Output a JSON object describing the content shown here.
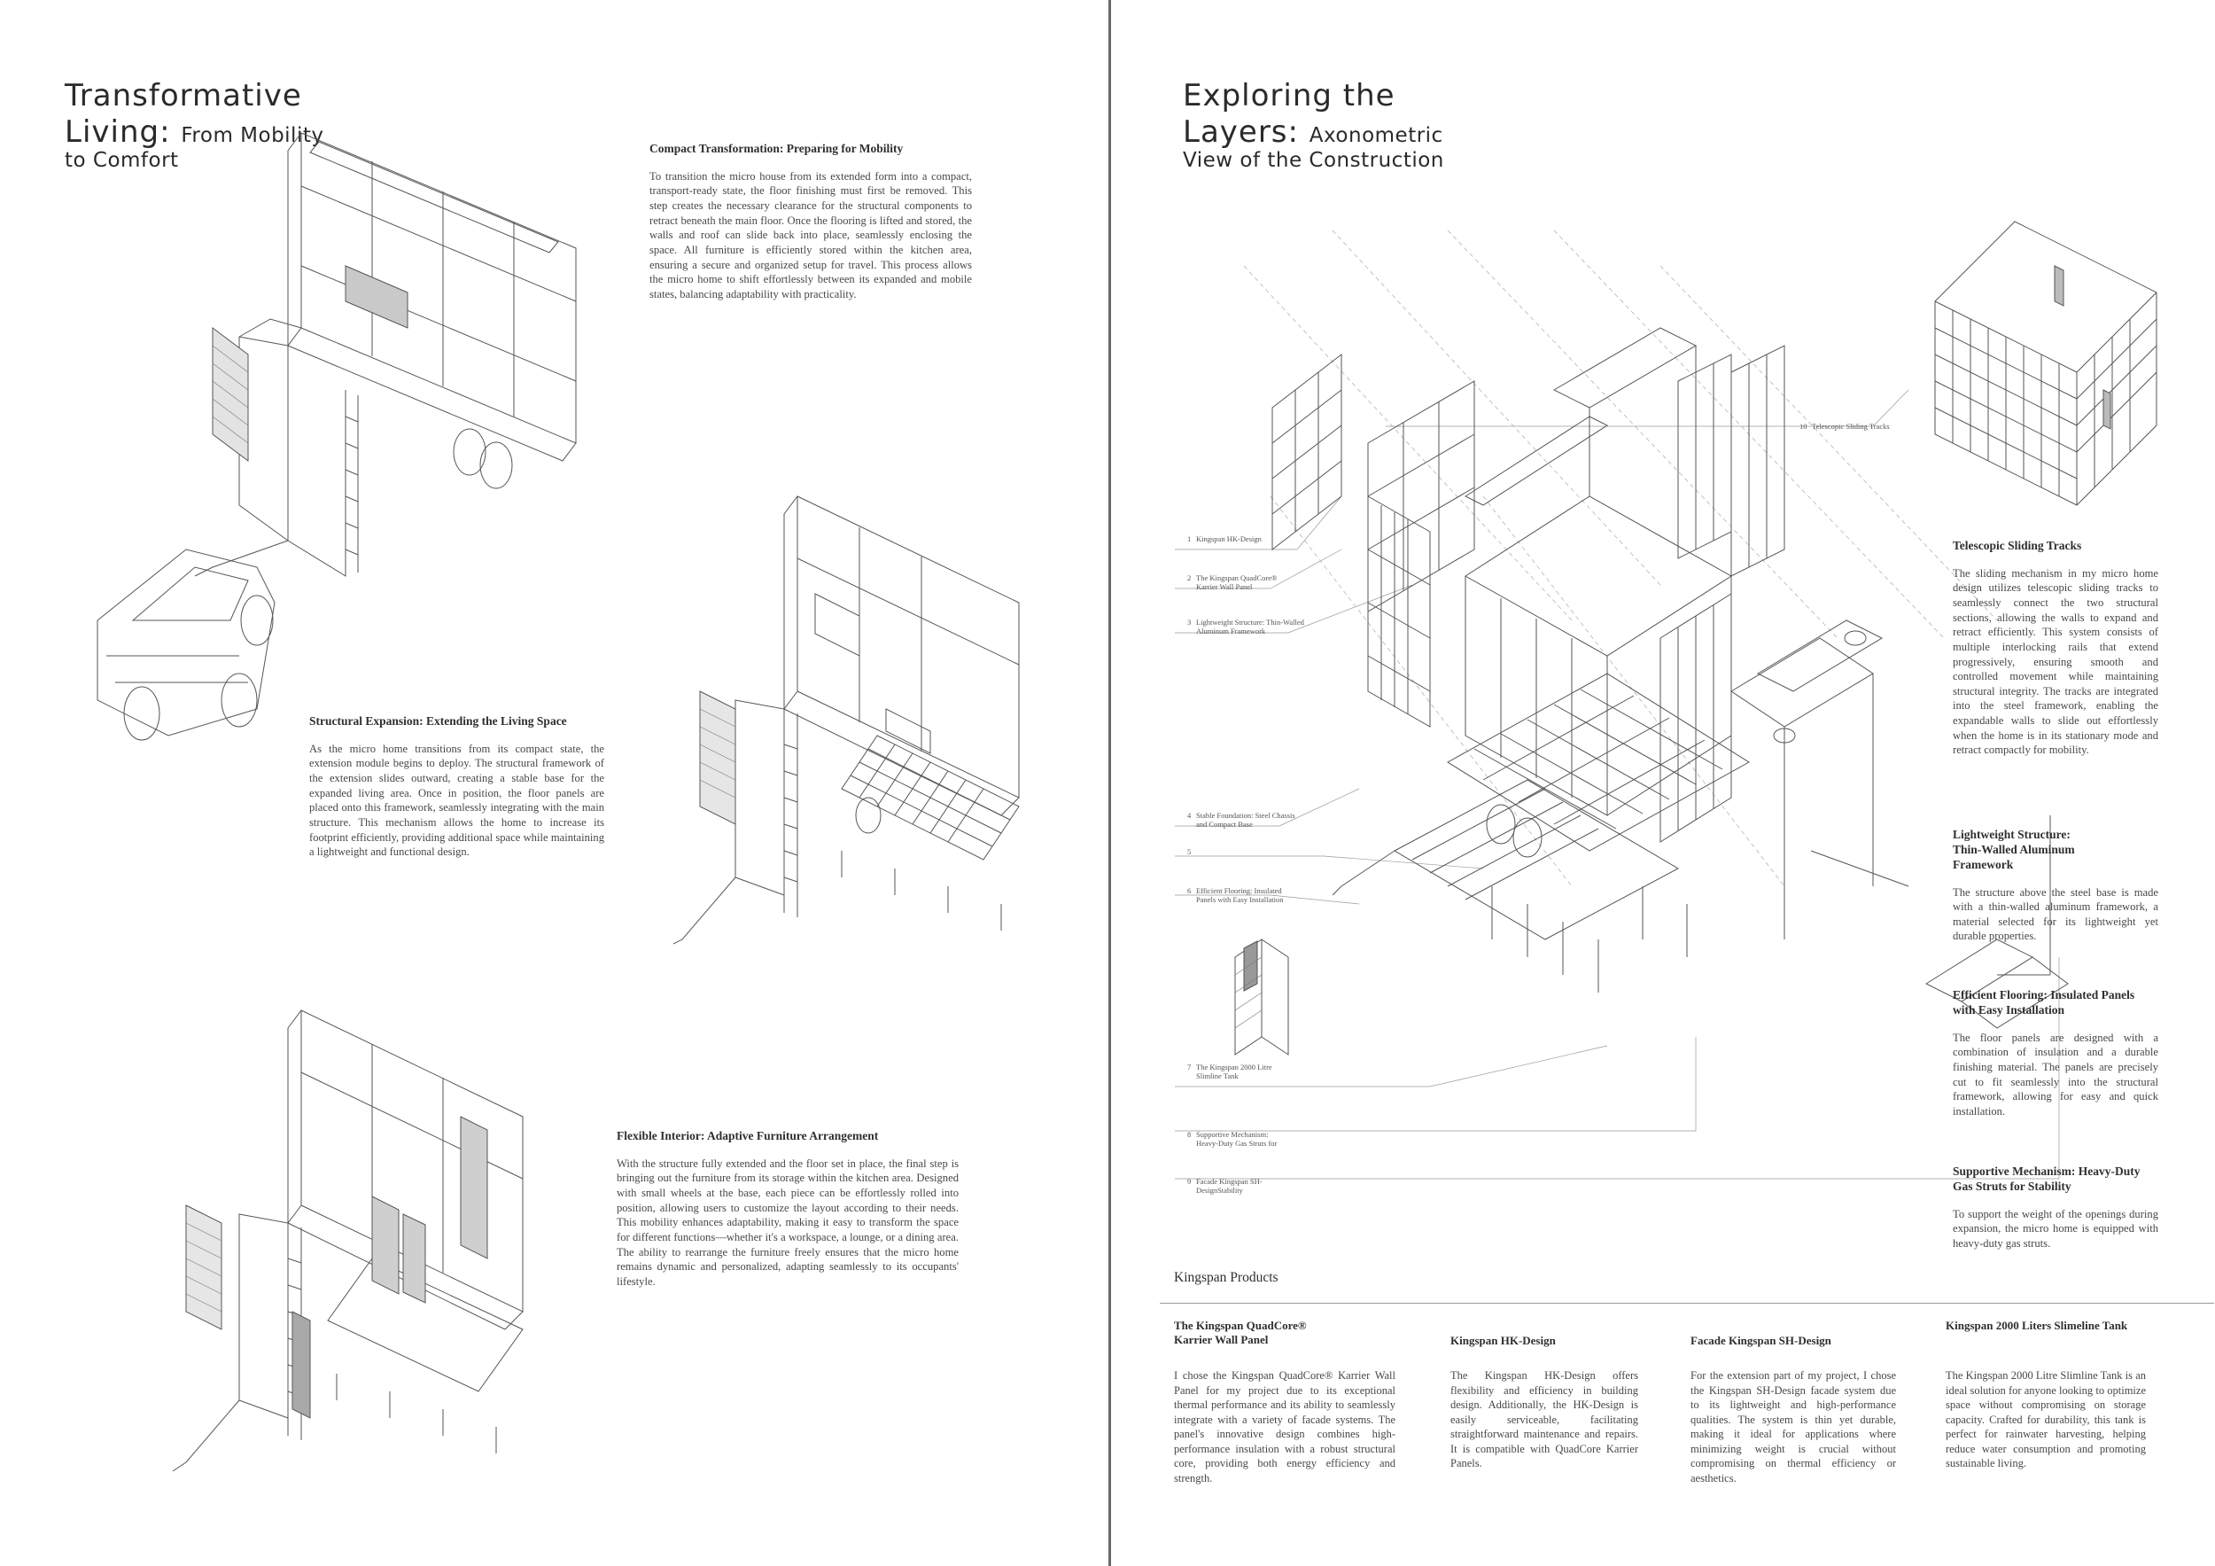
{
  "left_page": {
    "title": {
      "line1": "Transformative",
      "line2_big": "Living:",
      "line2_sub": "From Mobility",
      "line3": "to Comfort"
    },
    "sections": [
      {
        "heading": "Compact Transformation: Preparing for Mobility",
        "body": "To transition the micro house from its extended form into a compact, transport-ready state, the floor finishing must first be removed. This step creates the necessary clearance for the structural components to retract beneath the main floor. Once the flooring is lifted and stored, the walls and roof can slide back into place, seamlessly enclosing the space. All furniture is efficiently stored within the kitchen area, ensuring a secure and organized setup for travel. This process allows the micro home to shift effortlessly between its expanded and mobile states, balancing adaptability with practicality."
      },
      {
        "heading": "Structural Expansion: Extending the Living Space",
        "body": "As the micro home transitions from its compact state, the extension module begins to deploy. The structural framework of the extension slides outward, creating a stable base for the expanded living area. Once in position, the floor panels are placed onto this framework, seamlessly integrating with the main structure. This mechanism allows the home to increase its footprint efficiently, providing additional space while maintaining a lightweight and functional design."
      },
      {
        "heading": "Flexible Interior: Adaptive Furniture Arrangement",
        "body": "With the structure fully extended and the floor set in place, the final step is bringing out the furniture from its storage within the kitchen area. Designed with small wheels at the base, each piece can be effortlessly rolled into position, allowing users to customize the layout according to their needs. This mobility enhances adaptability, making it easy to transform the space for different functions—whether it's a workspace, a lounge, or a dining area. The ability to rearrange the furniture freely ensures that the micro home remains dynamic and personalized, adapting seamlessly to its occupants' lifestyle."
      }
    ]
  },
  "right_page": {
    "title": {
      "line1": "Exploring the",
      "line2_big": "Layers:",
      "line2_sub": "Axonometric",
      "line3": "View of the Construction"
    },
    "legend": [
      {
        "num": "1",
        "text": "Kingspan HK-Design"
      },
      {
        "num": "2",
        "text": "The Kingspan QuadCore® Karrier Wall Panel"
      },
      {
        "num": "3",
        "text": "Lightweight Structure: Thin-Walled Aluminum Framework"
      },
      {
        "num": "4",
        "text": "Stable Foundation: Steel Chassis and Compact Base"
      },
      {
        "num": "5",
        "text": ""
      },
      {
        "num": "6",
        "text": "Efficient Flooring: Insulated Panels with Easy Installation"
      },
      {
        "num": "7",
        "text": "The Kingspan 2000 Litre Slimline Tank"
      },
      {
        "num": "8",
        "text": "Supportive Mechanism: Heavy-Duty Gas Struts for"
      },
      {
        "num": "9",
        "text": "Facade Kingspan SH-DesignStability"
      },
      {
        "num": "10",
        "text": "Telescopic Sliding Tracks"
      }
    ],
    "sections": [
      {
        "heading": "Telescopic Sliding Tracks",
        "body": "The sliding mechanism in my micro home design utilizes telescopic sliding tracks to seamlessly connect the two structural sections, allowing the walls to expand and retract efficiently. This system consists of multiple interlocking rails that extend progressively, ensuring smooth and controlled movement while maintaining structural integrity. The tracks are integrated into the steel framework, enabling the expandable walls to slide out effortlessly when the home is in its stationary mode and retract compactly for mobility."
      },
      {
        "heading": "Lightweight Structure: Thin-Walled Aluminum Framework",
        "body": "The structure above the steel base is made with a thin-walled aluminum framework, a material selected for its lightweight yet durable properties."
      },
      {
        "heading": "Efficient Flooring: Insulated Panels with Easy Installation",
        "body": "The floor panels are designed with a combination of insulation and a durable finishing material. The panels are precisely cut to fit seamlessly into the structural framework, allowing for easy and quick installation."
      },
      {
        "heading": "Supportive Mechanism: Heavy-Duty Gas Struts for Stability",
        "body": "To support the weight of the openings during expansion, the micro home is equipped with heavy-duty gas struts."
      }
    ],
    "products": {
      "title": "Kingspan Products",
      "items": [
        {
          "heading": "The Kingspan QuadCore® Karrier Wall Panel",
          "body": "I chose the Kingspan QuadCore® Karrier Wall Panel for my project due to its exceptional thermal performance and its ability to seamlessly integrate with a variety of facade systems. The panel's innovative design combines high-performance insulation with a robust structural core, providing both energy efficiency and strength."
        },
        {
          "heading": "Kingspan HK-Design",
          "body": "The Kingspan HK-Design offers flexibility and efficiency in building design. Additionally, the HK-Design is easily serviceable, facilitating straightforward maintenance and repairs. It is compatible with QuadCore Karrier Panels."
        },
        {
          "heading": "Facade Kingspan SH-Design",
          "body": "For the extension part of my project, I chose the Kingspan SH-Design facade system due to its lightweight and high-performance qualities. The system is thin yet durable, making it ideal for applications where minimizing weight is crucial without compromising on thermal efficiency or aesthetics."
        },
        {
          "heading": "Kingspan 2000 Liters Slimeline Tank",
          "body": "The Kingspan 2000 Litre Slimline Tank is an ideal solution for anyone looking to optimize space without compromising on storage capacity. Crafted for durability, this tank is perfect for rainwater harvesting, helping reduce water consumption and promoting sustainable living."
        }
      ]
    }
  }
}
